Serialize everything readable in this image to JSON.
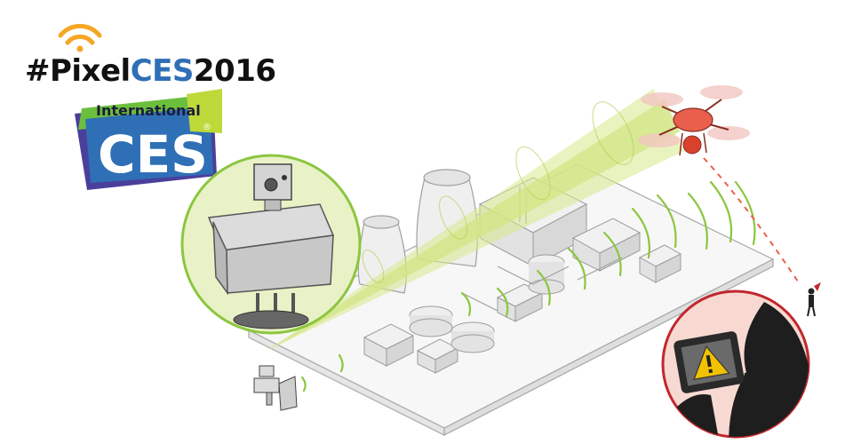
{
  "logo": {
    "hashtag_prefix": "#Pixel",
    "hashtag_ces": "CES",
    "hashtag_year": "2016",
    "ces_top_label": "International",
    "ces_main_label": "CES",
    "ces_registered": "®"
  },
  "colors": {
    "wifi_orange": "#f5a623",
    "ces_blue": "#2f6fb6",
    "ces_green": "#6cbf3c",
    "ces_purple": "#4a3f9b",
    "beam_green": "#cde27a",
    "drone_red": "#e8604c",
    "plant_outline": "#9a9a9a",
    "inset_border": "#8cc63f",
    "handheld_inset_border": "#c0282d",
    "warning_yellow": "#f2c200"
  },
  "icons": {
    "wifi": "wifi-icon",
    "drone": "drone-icon",
    "warning": "warning-icon",
    "camera": "camera-icon",
    "person": "person-icon"
  }
}
